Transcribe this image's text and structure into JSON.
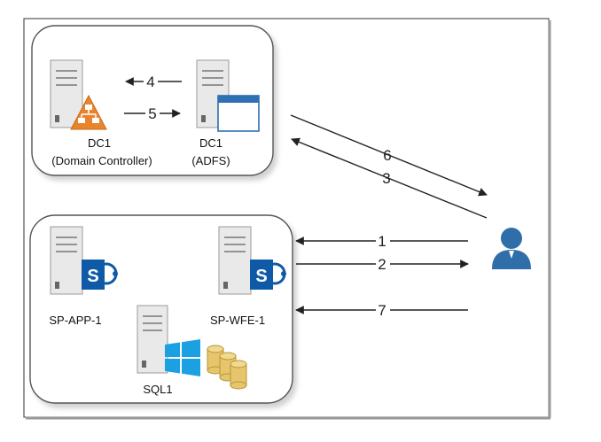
{
  "nodes": {
    "dc1_domain": {
      "name": "DC1",
      "role": "(Domain Controller)"
    },
    "dc1_adfs": {
      "name": "DC1",
      "role": "(ADFS)"
    },
    "sp_app": {
      "name": "SP-APP-1"
    },
    "sp_wfe": {
      "name": "SP-WFE-1"
    },
    "sql": {
      "name": "SQL1"
    }
  },
  "steps": {
    "s1": "1",
    "s2": "2",
    "s3": "3",
    "s4": "4",
    "s5": "5",
    "s6": "6",
    "s7": "7"
  },
  "icons": {
    "server": "server-icon",
    "ad": "active-directory-icon",
    "adfs": "adfs-window-icon",
    "sharepoint": "sharepoint-icon",
    "windows": "windows-logo-icon",
    "database": "database-icon",
    "user": "user-icon"
  },
  "colors": {
    "frame": "#444444",
    "group_border": "#555555",
    "server_grey": "#e6e6e6",
    "ad_orange": "#e8852c",
    "sharepoint_blue": "#0e5aa7",
    "windows_blue": "#1ba1e2",
    "db_gold": "#e7c56c",
    "user_blue": "#2f6ea8"
  }
}
